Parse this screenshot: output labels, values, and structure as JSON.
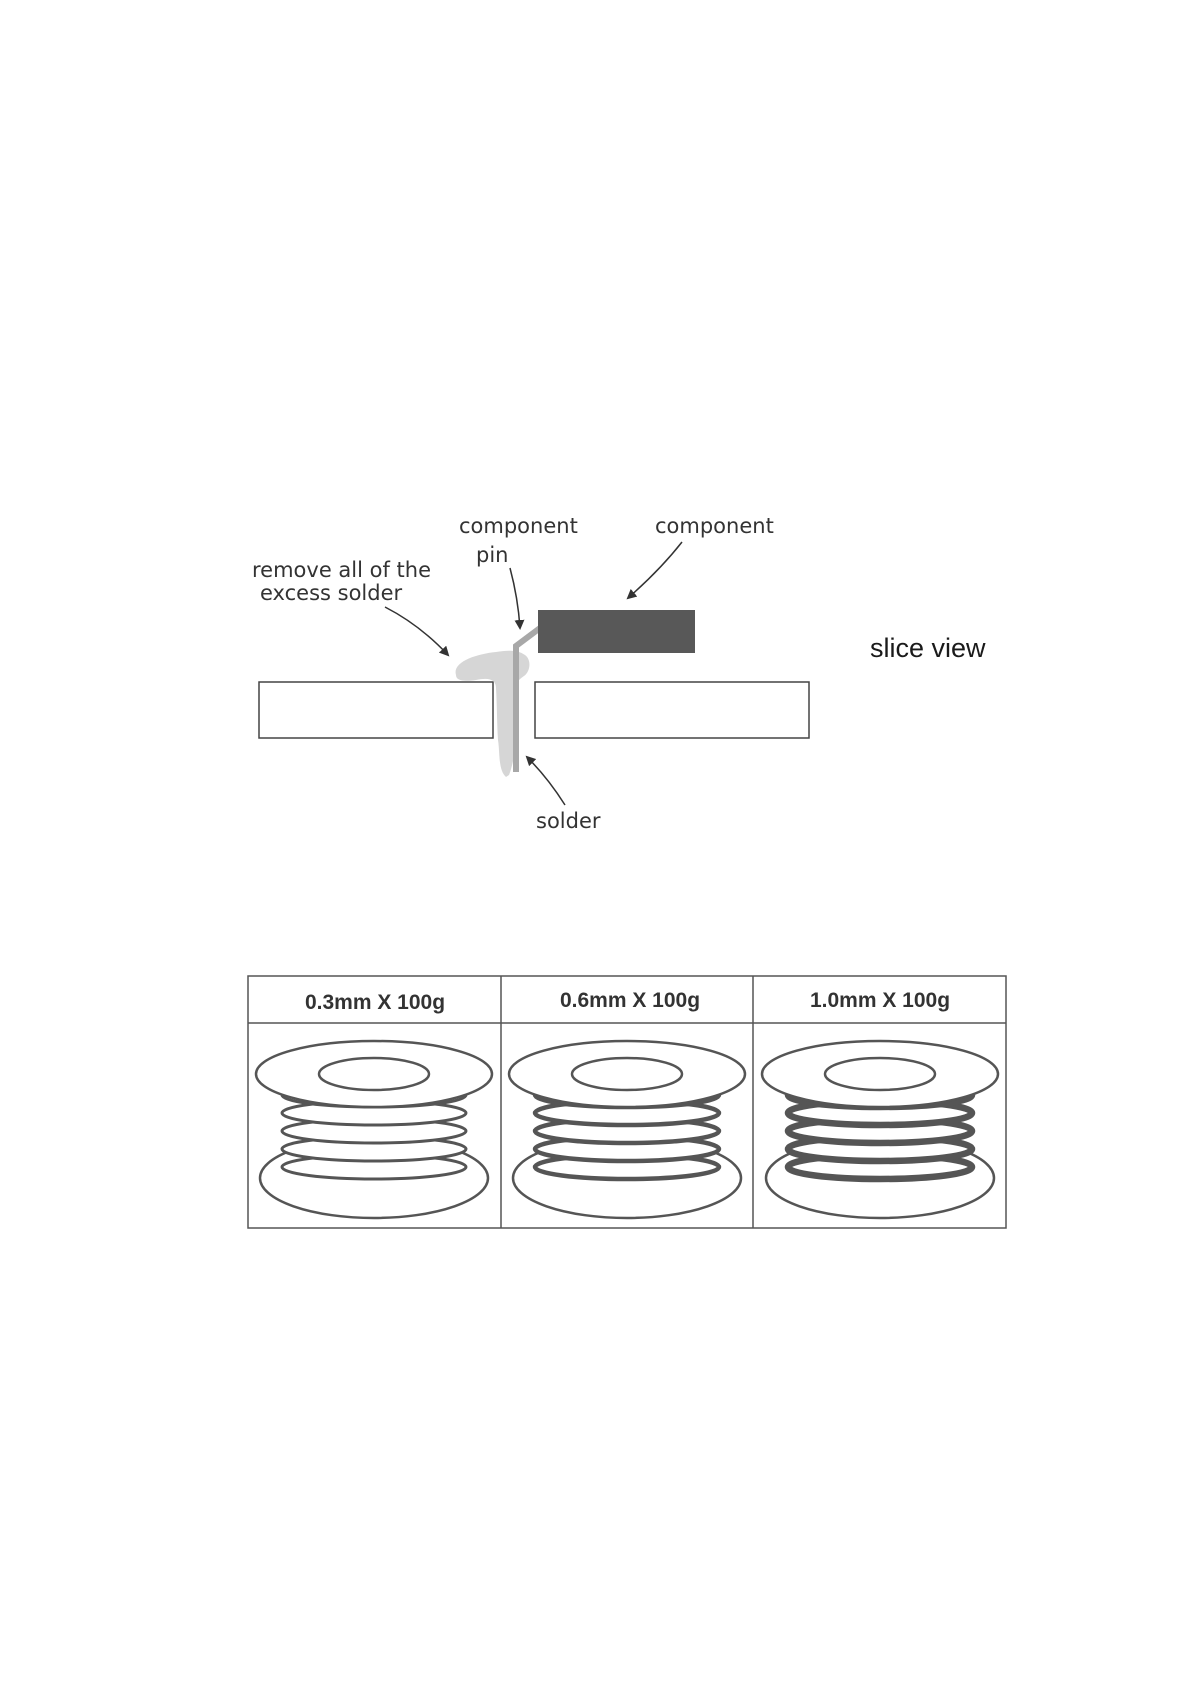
{
  "diagram": {
    "labels": {
      "excess_line1": "remove all of the",
      "excess_line2": "excess solder",
      "pin_line1": "component",
      "pin_line2": "pin",
      "component": "component",
      "solder": "solder",
      "view": "slice view"
    }
  },
  "spools": {
    "headers": [
      "0.3mm X 100g",
      "0.6mm X 100g",
      "1.0mm X 100g"
    ]
  }
}
